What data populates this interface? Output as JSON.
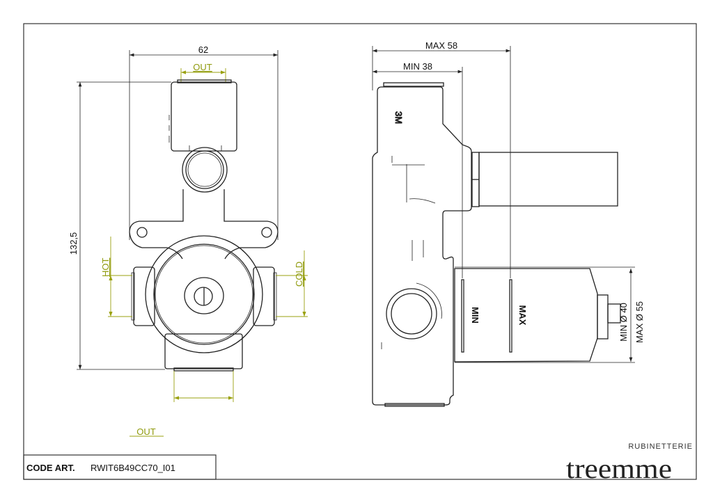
{
  "front_view": {
    "width_dim": "62",
    "height_dim": "132,5",
    "out_top_label": "OUT",
    "out_bottom_label": "OUT",
    "hot_label": "HOT",
    "cold_label": "COLD"
  },
  "side_view": {
    "max_depth_dim": "MAX 58",
    "min_depth_dim": "MIN 38",
    "body_marking": "3M",
    "min_mark": "MIN",
    "max_mark": "MAX",
    "min_diameter": "MIN Ø 40",
    "max_diameter": "MAX Ø 55"
  },
  "title_block": {
    "code_label": "CODE ART.",
    "code_value": "RWIT6B49CC70_I01"
  },
  "logo": {
    "brand": "treemme",
    "tagline": "RUBINETTERIE"
  },
  "colors": {
    "line": "#222222",
    "dimension_green": "#9aa10f"
  }
}
